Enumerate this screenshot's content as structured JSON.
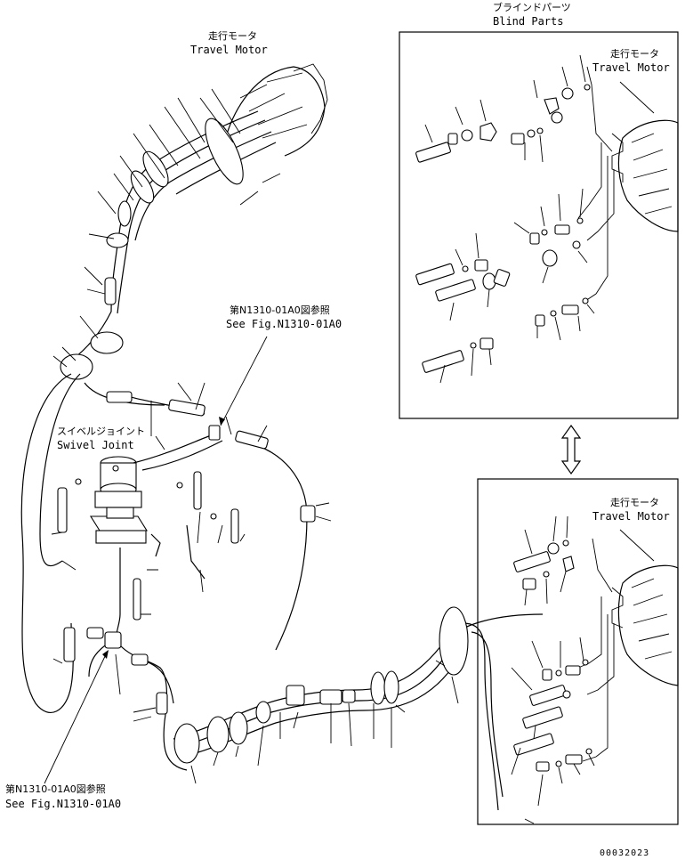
{
  "labels": {
    "blind_parts_jp": "ブラインドパーツ",
    "blind_parts_en": "Blind Parts",
    "travel_motor_jp": "走行モータ",
    "travel_motor_en": "Travel Motor",
    "swivel_joint_jp": "スイベルジョイント",
    "swivel_joint_en": "Swivel Joint",
    "see_fig_jp": "第N1310-01A0図参照",
    "see_fig_en": "See Fig.N1310-01A0",
    "drawing_number": "00032023"
  }
}
